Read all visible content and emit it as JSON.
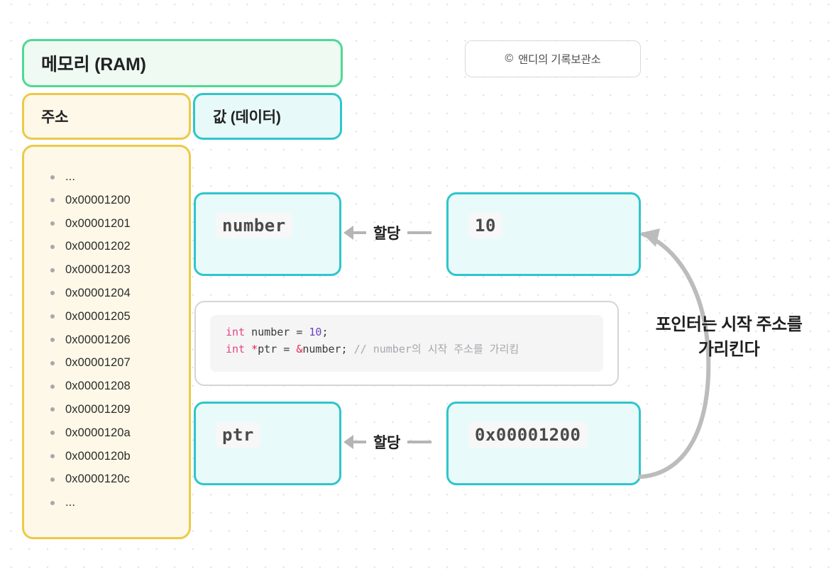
{
  "watermark": {
    "icon": "copyright-icon",
    "icon_glyph": "©",
    "text": "앤디의 기록보관소"
  },
  "memory": {
    "title": "메모리 (RAM)",
    "columns": {
      "address": "주소",
      "value": "값 (데이터)"
    },
    "addresses": [
      "...",
      "0x00001200",
      "0x00001201",
      "0x00001202",
      "0x00001203",
      "0x00001204",
      "0x00001205",
      "0x00001206",
      "0x00001207",
      "0x00001208",
      "0x00001209",
      "0x0000120a",
      "0x0000120b",
      "0x0000120c",
      "..."
    ]
  },
  "rows": [
    {
      "variable": "number",
      "value": "10",
      "arrow_label": "할당"
    },
    {
      "variable": "ptr",
      "value": "0x00001200",
      "arrow_label": "할당"
    }
  ],
  "code": {
    "line1": {
      "keyword": "int",
      "identifier": " number ",
      "assign": "= ",
      "number": "10",
      "semicolon": ";"
    },
    "line2": {
      "keyword": "int",
      "star": " *",
      "identifier": "ptr ",
      "assign": "= ",
      "amp": "&",
      "target": "number;",
      "comment": " // number의 시작 주소를 가리킴"
    }
  },
  "annotation": {
    "line1": "포인터는 시작 주소를",
    "line2": "가리킨다"
  },
  "colors": {
    "ram_border": "#4ed994",
    "ram_fill": "#eefaf2",
    "address_border": "#edc94a",
    "address_fill": "#fdf8e8",
    "value_border": "#2ec6cb",
    "value_fill": "#e9fafb",
    "arrow_gray": "#b5b5b5",
    "code_keyword": "#e3457f",
    "code_number": "#6f42c1",
    "code_operator": "#e8254f",
    "code_comment": "#a8a8ad"
  }
}
